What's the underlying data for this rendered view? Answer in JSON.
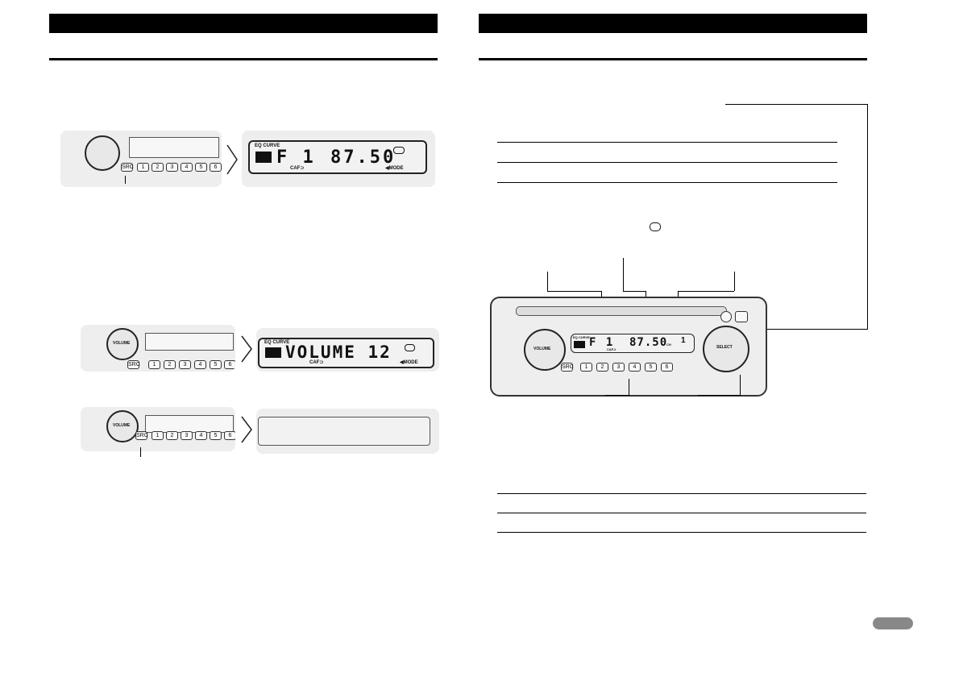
{
  "left_page": {
    "figure1": {
      "lcd": {
        "eq_label": "EQ CURVE",
        "band": "F 1",
        "freq": "87.50",
        "af": "CAF⊃",
        "mode_label": "◀MODE"
      },
      "panel": {
        "src_label": "SRC",
        "buttons": [
          "1",
          "2",
          "3",
          "4",
          "5",
          "6"
        ]
      }
    },
    "figure2": {
      "lcd": {
        "eq_label": "EQ CURVE",
        "text": "VOLUME 12",
        "af": "CAF⊃",
        "mode_label": "◀MODE"
      },
      "panel": {
        "volume_label": "VOLUME",
        "src_label": "SRC",
        "buttons": [
          "1",
          "2",
          "3",
          "4",
          "5",
          "6"
        ]
      }
    },
    "figure3": {
      "panel": {
        "volume_label": "VOLUME",
        "src_label": "SRC",
        "buttons": [
          "1",
          "2",
          "3",
          "4",
          "5",
          "6"
        ]
      }
    }
  },
  "right_page": {
    "figure": {
      "lcd": {
        "eq_label": "EQ CURVE",
        "band": "F 1",
        "freq": "87.50",
        "ch_label": "CH",
        "ch_value": "1",
        "af": "CAF⊃"
      },
      "volume_label": "VOLUME",
      "select_label": "SELECT",
      "src_label": "SRC",
      "buttons": [
        "1",
        "2",
        "3",
        "4",
        "5",
        "6"
      ]
    }
  },
  "colors": {
    "header_bar": "#000000",
    "page_tab": "#888888",
    "panel": "#eeeeee"
  }
}
